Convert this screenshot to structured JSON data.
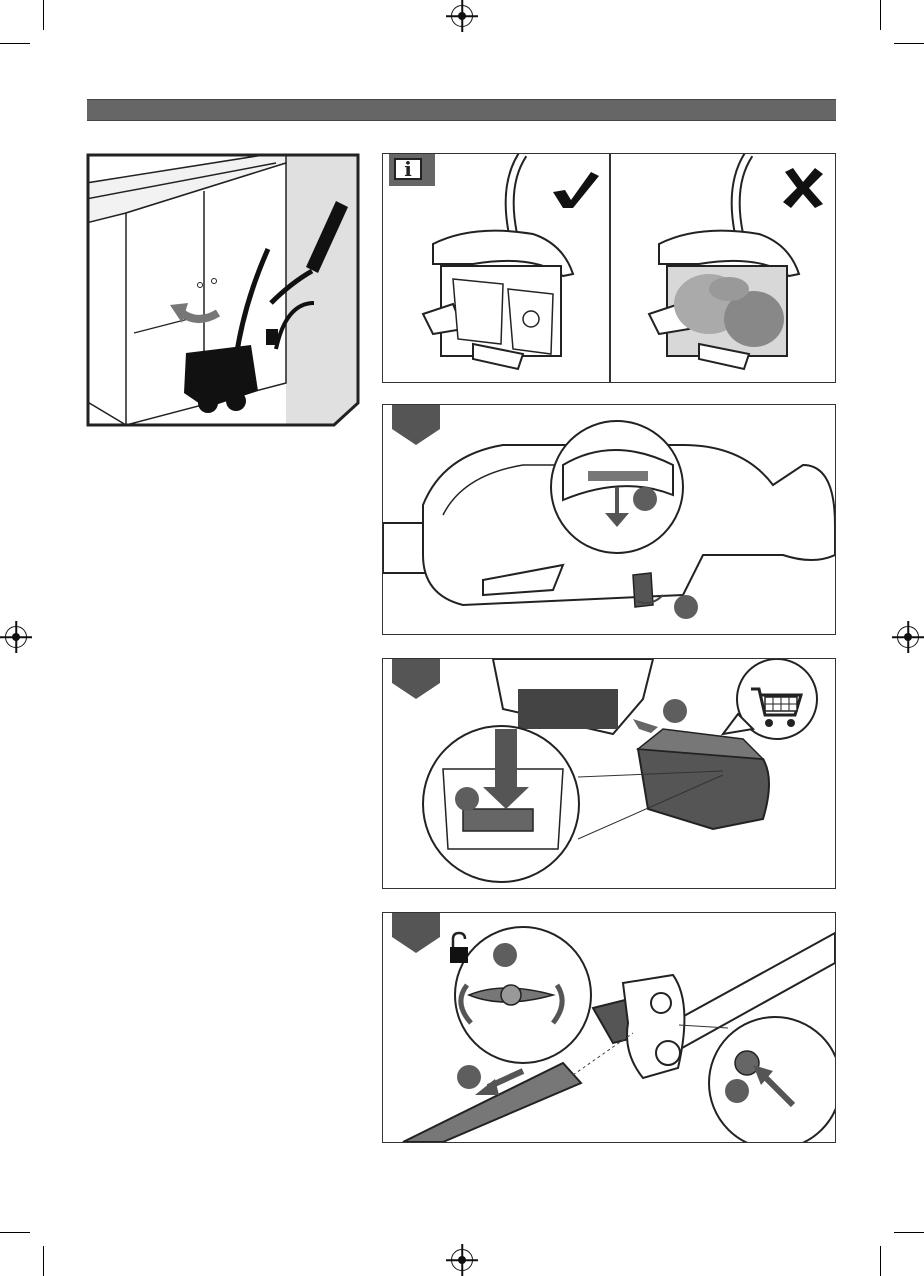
{
  "info_panel": {
    "glyph": "i"
  },
  "steps": [
    {
      "id": 1
    },
    {
      "id": 2
    },
    {
      "id": 3
    }
  ],
  "colors": {
    "header_bar": "#666666",
    "step_badge": "#555555",
    "callout": "#5e5e5e",
    "ink": "#222222"
  },
  "icons": [
    "check-icon",
    "cross-icon",
    "shopping-cart-icon",
    "unlock-icon"
  ]
}
